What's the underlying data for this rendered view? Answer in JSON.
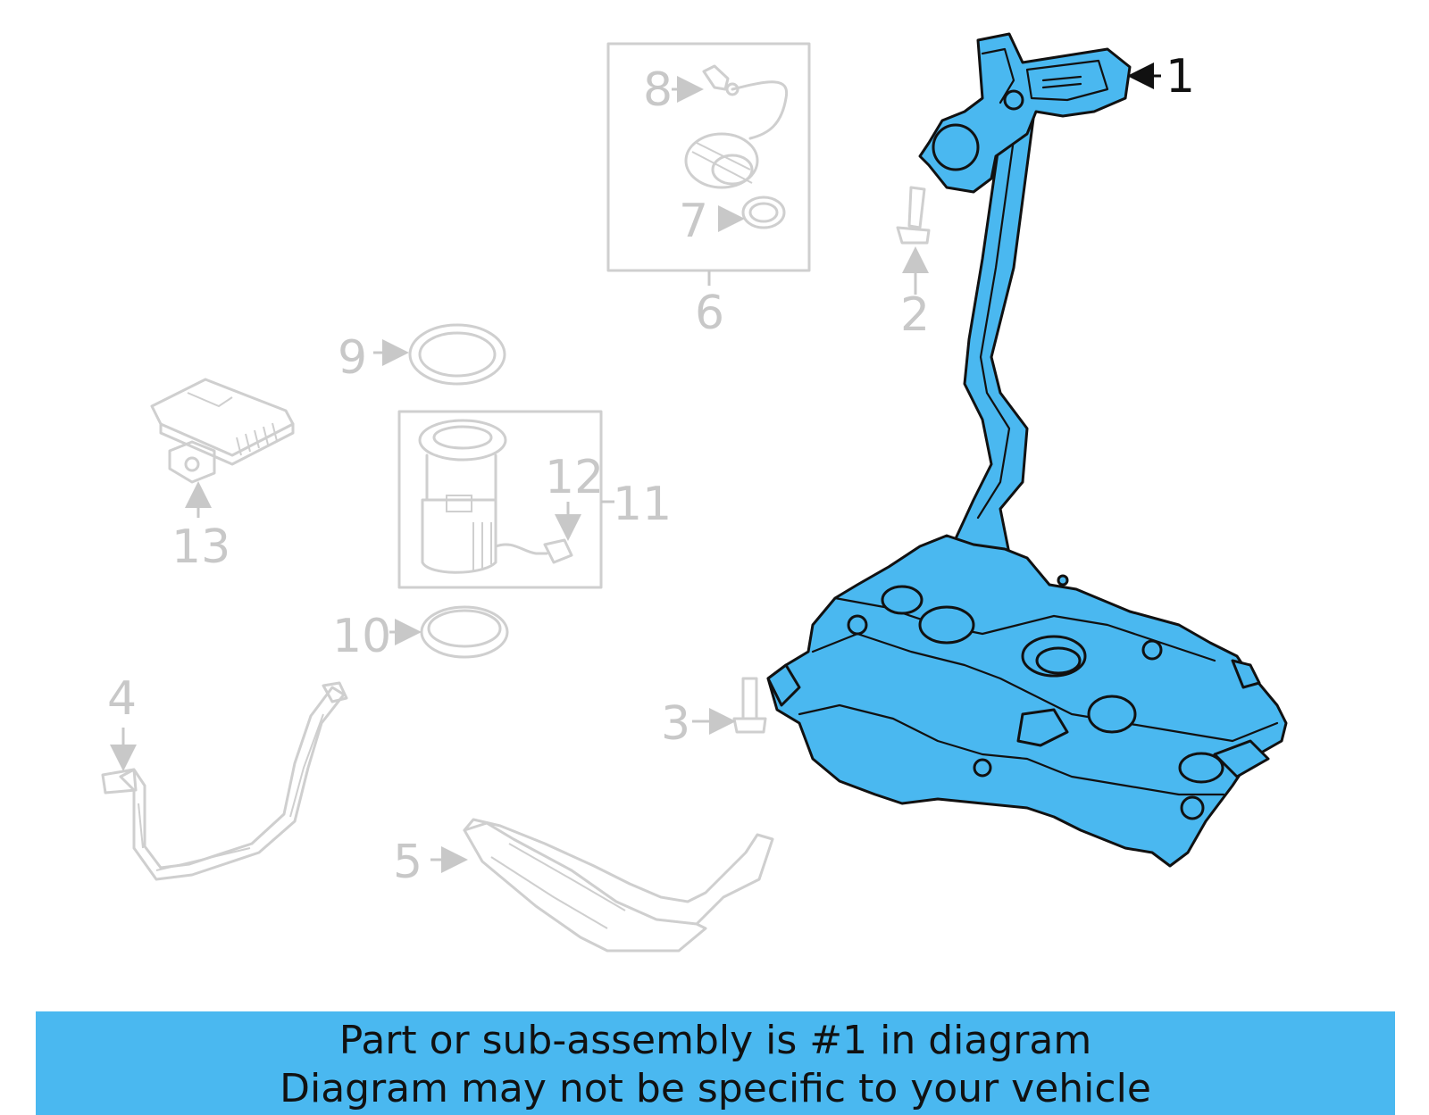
{
  "colors": {
    "highlight": "#4ab8f0",
    "ghost": "#cfcfcf",
    "banner": "#4ab8f0"
  },
  "callouts": {
    "c1": "1",
    "c2": "2",
    "c3": "3",
    "c4": "4",
    "c5": "5",
    "c6": "6",
    "c7": "7",
    "c8": "8",
    "c9": "9",
    "c10": "10",
    "c11": "11",
    "c12": "12",
    "c13": "13"
  },
  "banner": {
    "line1": "Part or sub-assembly is #1 in diagram",
    "line2": "Diagram may not be specific to your vehicle"
  }
}
